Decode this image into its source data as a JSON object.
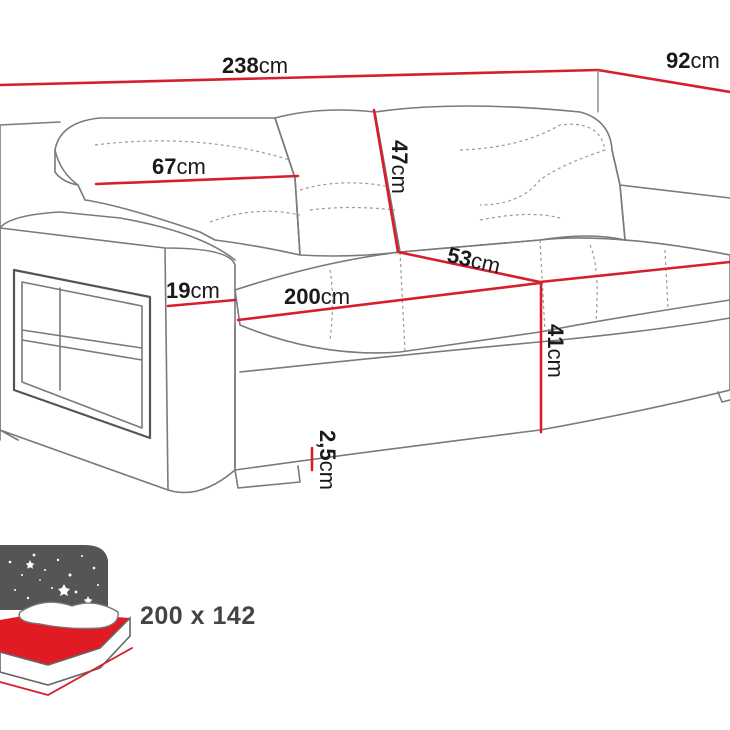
{
  "colors": {
    "dimension_line": "#d61f2c",
    "outline": "#7a7a7a",
    "bed_fill": "#e01b24",
    "night_sky": "#555555"
  },
  "dimensions": [
    {
      "id": "width",
      "value": "238",
      "unit": "cm"
    },
    {
      "id": "depth",
      "value": "92",
      "unit": "cm"
    },
    {
      "id": "back-height",
      "value": "47",
      "unit": "cm"
    },
    {
      "id": "armrest-height",
      "value": "67",
      "unit": "cm"
    },
    {
      "id": "seat-depth",
      "value": "53",
      "unit": "cm"
    },
    {
      "id": "arm-width",
      "value": "19",
      "unit": "cm"
    },
    {
      "id": "seat-width",
      "value": "200",
      "unit": "cm"
    },
    {
      "id": "seat-height",
      "value": "41",
      "unit": "cm"
    },
    {
      "id": "leg-height",
      "value": "2,5",
      "unit": "cm"
    }
  ],
  "sleeping_area": {
    "label": "200 x 142",
    "icon": "bed-night-icon"
  }
}
